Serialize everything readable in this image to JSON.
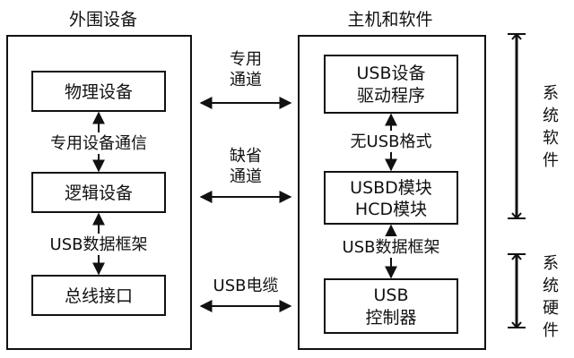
{
  "peripheral": {
    "title": "外围设备",
    "physical_device": "物理设备",
    "dedicated_comm": "专用设备通信",
    "logical_device": "逻辑设备",
    "usb_frame": "USB数据框架",
    "bus_interface": "总线接口"
  },
  "host": {
    "title": "主机和软件",
    "driver_line1": "USB设备",
    "driver_line2": "驱动程序",
    "no_usb_format": "无USB格式",
    "usbd_line1": "USBD模块",
    "usbd_line2": "HCD模块",
    "usb_frame": "USB数据框架",
    "controller_line1": "USB",
    "controller_line2": "控制器"
  },
  "channels": {
    "dedicated_line1": "专用",
    "dedicated_line2": "通道",
    "default_line1": "缺省",
    "default_line2": "通道",
    "cable": "USB电缆"
  },
  "brackets": {
    "system_software": [
      "系",
      "统",
      "软",
      "件"
    ],
    "system_hardware": [
      "系",
      "统",
      "硬",
      "件"
    ]
  }
}
